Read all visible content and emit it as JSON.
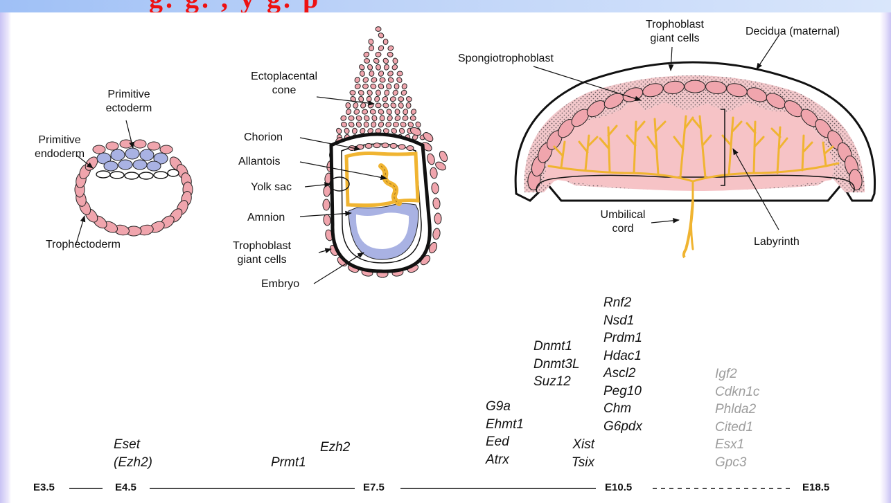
{
  "title_partial": "g. g. , y g. p",
  "stage1": {
    "primitive_ectoderm": [
      "Primitive",
      "ectoderm"
    ],
    "primitive_endoderm": [
      "Primitive",
      "endoderm"
    ],
    "trophectoderm": "Trophectoderm"
  },
  "stage2": {
    "ectoplacental_cone": [
      "Ectoplacental",
      "cone"
    ],
    "chorion": "Chorion",
    "allantois": "Allantois",
    "yolk_sac": "Yolk sac",
    "amnion": "Amnion",
    "trophoblast_giant_cells": [
      "Trophoblast",
      "giant cells"
    ],
    "embryo": "Embryo"
  },
  "stage3": {
    "trophoblast_giant_cells": [
      "Trophoblast",
      "giant cells"
    ],
    "decidua": "Decidua (maternal)",
    "spongiotrophoblast": "Spongiotrophoblast",
    "umbilical_cord": [
      "Umbilical",
      "cord"
    ],
    "labyrinth": "Labyrinth"
  },
  "genes": {
    "g_e45": [
      "Eset",
      "(Ezh2)"
    ],
    "g_prmt1": "Prmt1",
    "g_ezh2": "Ezh2",
    "g_g9a": [
      "G9a",
      "Ehmt1",
      "Eed",
      "Atrx"
    ],
    "g_dnmt": [
      "Dnmt1",
      "Dnmt3L",
      "Suz12"
    ],
    "g_xist": [
      "Xist",
      "Tsix"
    ],
    "g_rnf2": [
      "Rnf2",
      "Nsd1",
      "Prdm1",
      "Hdac1",
      "Ascl2",
      "Peg10",
      "Chm",
      "G6pdx"
    ],
    "g_imprinted": [
      "Igf2",
      "Cdkn1c",
      "Phlda2",
      "Cited1",
      "Esx1",
      "Gpc3"
    ]
  },
  "timeline": {
    "stages": [
      "E3.5",
      "E4.5",
      "E7.5",
      "E10.5",
      "E18.5"
    ]
  },
  "colors": {
    "cell_pink": "#f0a5ad",
    "embryo_blue": "#a9b2e3",
    "allantois_gold": "#f0b431",
    "labyrinth_pink": "#f6c3c6",
    "title_red": "#ee1111",
    "gene_gray": "#9d9d9d"
  }
}
